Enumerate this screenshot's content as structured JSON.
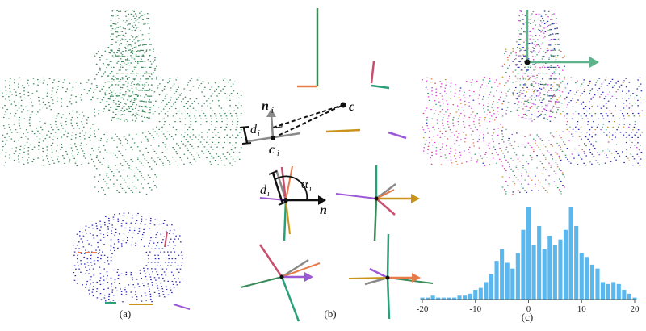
{
  "captions": {
    "a": "(a)",
    "b": "(b)",
    "c": "(c)"
  },
  "panel_b": {
    "symbols": {
      "n_i": "n",
      "n_i_sub": "i",
      "c": "c",
      "c_i": "c",
      "c_i_sub": "i",
      "d_i": "d",
      "d_i_sub": "i",
      "d_i2": "d",
      "d_i2_sub": "i",
      "alpha_i": "α",
      "alpha_i_sub": "i",
      "n": "n"
    }
  },
  "colors": {
    "scan_green": "#3a8a5a",
    "scan_blue": "#2a2ab4",
    "orange": "#e87a4a",
    "crimson": "#c8506e",
    "teal": "#2aa07a",
    "gold": "#c9941a",
    "purple": "#9b59d6",
    "gray": "#8a8a8a",
    "arrow_green": "#5fb38a",
    "bar_blue": "#5bb8ef"
  },
  "chart_data": {
    "type": "bar",
    "x": [
      -20,
      -19,
      -18,
      -17,
      -16,
      -15,
      -14,
      -13,
      -12,
      -11,
      -10,
      -9,
      -8,
      -7,
      -6,
      -5,
      -4,
      -3,
      -2,
      -1,
      0,
      1,
      2,
      3,
      4,
      5,
      6,
      7,
      8,
      9,
      10,
      11,
      12,
      13,
      14,
      15,
      16,
      17,
      18,
      19,
      20
    ],
    "values": [
      1,
      1,
      2,
      1,
      1,
      1,
      1,
      2,
      2,
      3,
      5,
      6,
      9,
      13,
      20,
      26,
      19,
      16,
      24,
      36,
      48,
      28,
      38,
      26,
      33,
      28,
      31,
      36,
      48,
      38,
      24,
      22,
      18,
      16,
      9,
      8,
      9,
      8,
      5,
      3,
      1
    ],
    "xlim": [
      -20,
      20
    ],
    "xticks": [
      "-20",
      "-10",
      "0",
      "10",
      "20"
    ],
    "xtick_values": [
      -20,
      -10,
      0,
      10,
      20
    ],
    "title": "",
    "xlabel": "",
    "ylabel": "",
    "color": "#5bb8ef",
    "grid": false
  }
}
